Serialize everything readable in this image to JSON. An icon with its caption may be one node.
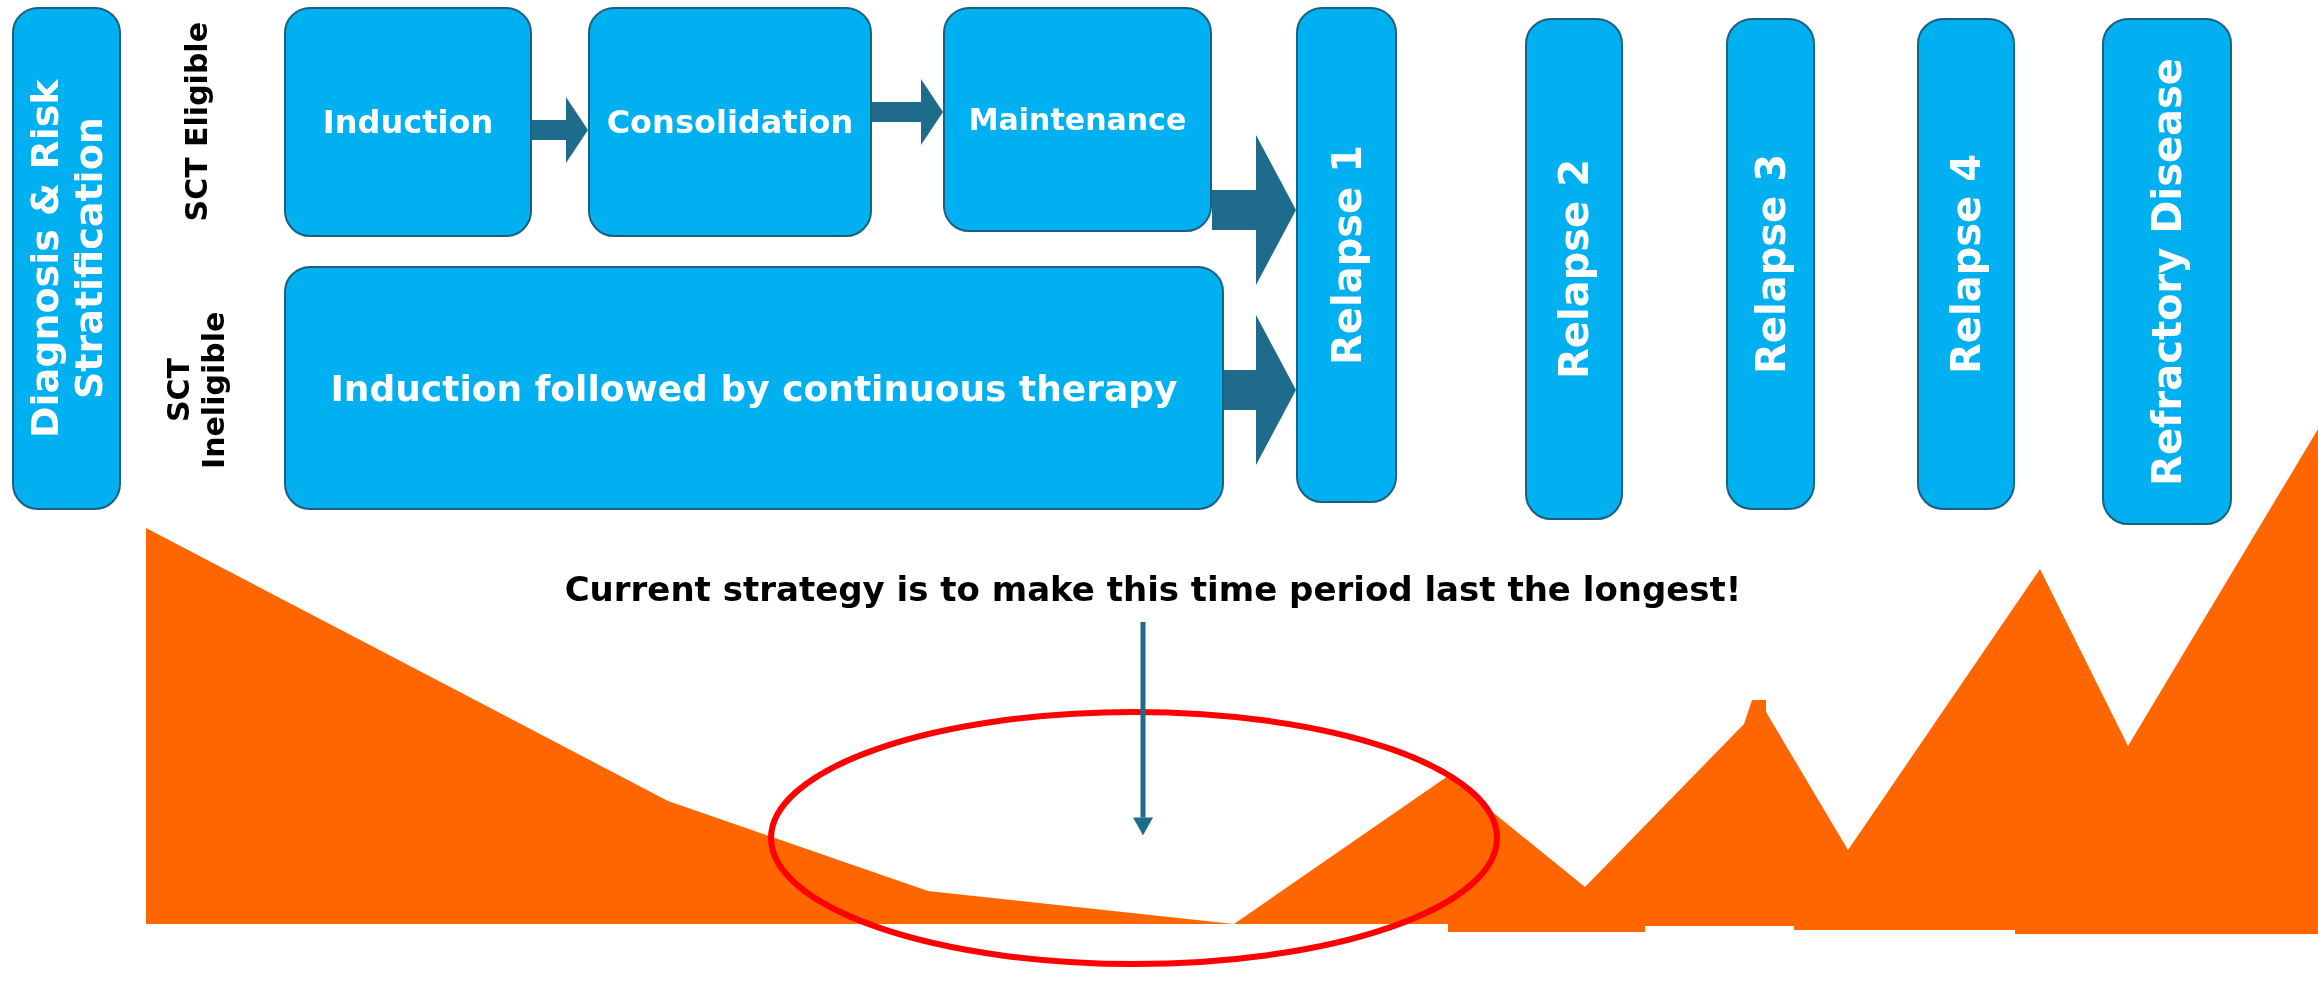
{
  "diagram": {
    "nodes": [
      {
        "text": [
          "Diagnosis & Risk Stratification"
        ]
      },
      {
        "text": [
          "Induction"
        ]
      },
      {
        "text": [
          "Consolidation"
        ]
      },
      {
        "text": [
          "Maintenance"
        ]
      },
      {
        "text": [
          "Induction followed by continuous therapy"
        ]
      },
      {
        "text": [
          "Relapse 1"
        ]
      },
      {
        "text": [
          "Relapse 2"
        ]
      },
      {
        "text": [
          "Relapse 3"
        ]
      },
      {
        "text": [
          "Relapse 4"
        ]
      },
      {
        "text": [
          "Refractory Disease"
        ]
      },
      {
        "text": [
          "Current strategy is to make this time period last the longest!"
        ]
      },
      {
        "text": [],
        "shape": "ellipse"
      }
    ],
    "edges": [
      {
        "from": 1,
        "to": 2,
        "arrow": "to"
      },
      {
        "from": 2,
        "to": 3,
        "arrow": "to"
      },
      {
        "from": 3,
        "to": 5,
        "arrow": "to"
      },
      {
        "from": 4,
        "to": 5,
        "arrow": "to"
      },
      {
        "from": 10,
        "to": 11,
        "arrow": "to"
      }
    ],
    "labels": [
      "SCT Eligible",
      "SCT Ineligible"
    ]
  }
}
